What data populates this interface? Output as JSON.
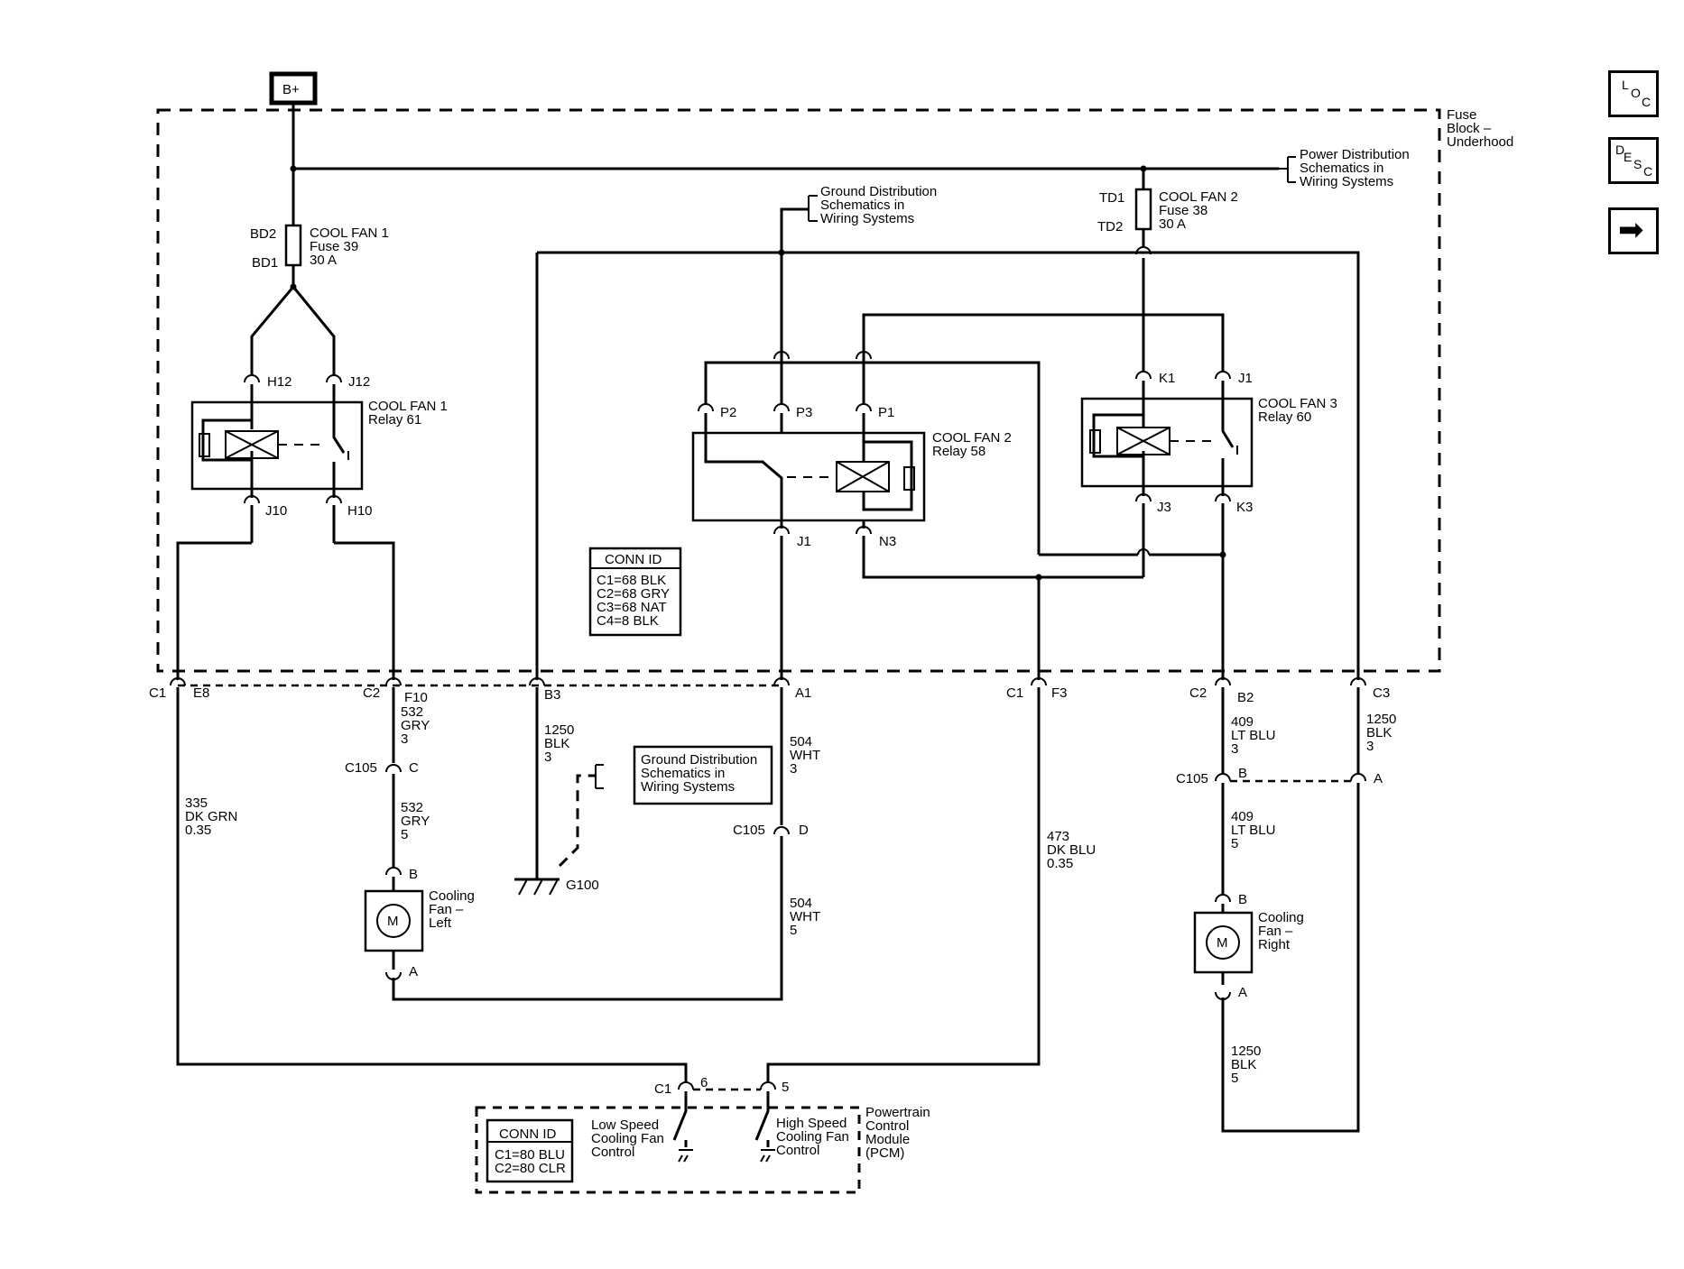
{
  "battery": {
    "label": "B+"
  },
  "fuse_block": {
    "label": "Fuse\nBlock –\nUnderhood"
  },
  "power_distribution": {
    "label": "Power Distribution\nSchematics in\nWiring Systems"
  },
  "ground_distribution_top": {
    "label": "Ground Distribution\nSchematics in\nWiring Systems"
  },
  "ground_distribution_mid": {
    "label": "Ground Distribution\nSchematics in\nWiring Systems"
  },
  "fuse_39": {
    "pin_top": "BD2",
    "pin_bottom": "BD1",
    "label": "COOL FAN 1\nFuse 39\n30 A"
  },
  "fuse_38": {
    "pin_top": "TD1",
    "pin_bottom": "TD2",
    "label": "COOL FAN 2\nFuse 38\n30 A"
  },
  "relay_61": {
    "label": "COOL FAN 1\nRelay 61",
    "pins": [
      "H12",
      "J12",
      "J10",
      "H10"
    ]
  },
  "relay_58": {
    "label": "COOL FAN 2\nRelay 58",
    "pins": [
      "P2",
      "P3",
      "P1",
      "J1",
      "N3"
    ]
  },
  "relay_60": {
    "label": "COOL FAN 3\nRelay 60",
    "pins": [
      "K1",
      "J1",
      "J3",
      "K3"
    ]
  },
  "conn_id_fuse_block": {
    "title": "CONN ID",
    "rows": [
      "C1=68 BLK",
      "C2=68 GRY",
      "C3=68 NAT",
      "C4=8 BLK"
    ]
  },
  "conn_id_pcm": {
    "title": "CONN ID",
    "rows": [
      "C1=80 BLU",
      "C2=80 CLR"
    ]
  },
  "connectors": {
    "c1_e8": {
      "conn": "C1",
      "pin": "E8"
    },
    "c2_f10": {
      "conn": "C2",
      "pin": "F10"
    },
    "b3": {
      "pin": "B3"
    },
    "a1": {
      "pin": "A1"
    },
    "c1_f3": {
      "conn": "C1",
      "pin": "F3"
    },
    "c2_b2": {
      "conn": "C2",
      "pin": "B2"
    },
    "c3": {
      "pin": "C3"
    },
    "c105_c": {
      "conn": "C105",
      "pin": "C"
    },
    "c105_d": {
      "conn": "C105",
      "pin": "D"
    },
    "c105_b": {
      "conn": "C105",
      "pin": "B"
    },
    "c105_a": {
      "pin": "A"
    },
    "pcm_c1_6": {
      "conn": "C1",
      "pin": "6"
    },
    "pcm_5": {
      "pin": "5"
    }
  },
  "wires": {
    "w335": "335\nDK GRN\n0.35",
    "w532_3": "532\nGRY\n3",
    "w532_5": "532\nGRY\n5",
    "w1250_3a": "1250\nBLK\n3",
    "w504_3": "504\nWHT\n3",
    "w504_5": "504\nWHT\n5",
    "w473": "473\nDK BLU\n0.35",
    "w409_3": "409\nLT BLU\n3",
    "w409_5": "409\nLT BLU\n5",
    "w1250_3b": "1250\nBLK\n3",
    "w1250_5": "1250\nBLK\n5"
  },
  "fan_left": {
    "label": "Cooling\nFan –\nLeft",
    "pin_top": "B",
    "pin_bottom": "A",
    "motor": "M"
  },
  "fan_right": {
    "label": "Cooling\nFan –\nRight",
    "pin_top": "B",
    "pin_bottom": "A",
    "motor": "M"
  },
  "ground": {
    "label": "G100"
  },
  "pcm": {
    "label": "Powertrain\nControl\nModule\n(PCM)",
    "low_speed": "Low Speed\nCooling Fan\nControl",
    "high_speed": "High Speed\nCooling Fan\nControl"
  },
  "nav": {
    "loc": {
      "letters": [
        "L",
        "O",
        "C"
      ],
      "icon": "location-icon"
    },
    "desc": {
      "letters": [
        "D",
        "E",
        "S",
        "C"
      ],
      "icon": "description-icon"
    },
    "next": {
      "icon": "arrow-right-icon",
      "glyph": "➡"
    }
  }
}
